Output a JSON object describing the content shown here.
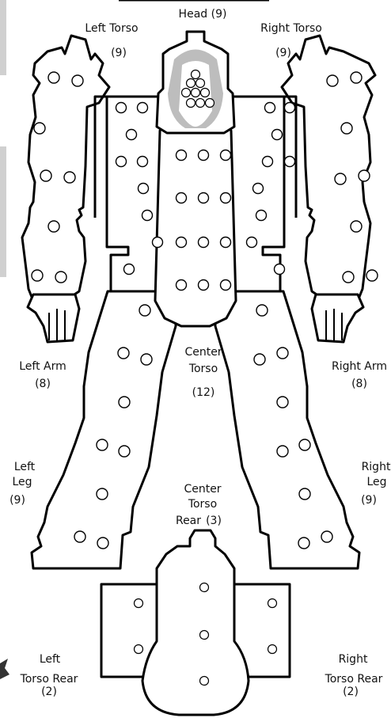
{
  "diagram": {
    "sections": [
      {
        "id": "head",
        "name": "Head",
        "armor": "(9)"
      },
      {
        "id": "left-torso",
        "name": "Left Torso",
        "armor": "(9)"
      },
      {
        "id": "right-torso",
        "name": "Right Torso",
        "armor": "(9)"
      },
      {
        "id": "left-arm",
        "name": "Left Arm",
        "armor": "(8)"
      },
      {
        "id": "right-arm",
        "name": "Right Arm",
        "armor": "(8)"
      },
      {
        "id": "center-torso",
        "name_line1": "Center",
        "name_line2": "Torso",
        "armor": "(12)"
      },
      {
        "id": "left-leg",
        "name_line1": "Left",
        "name_line2": "Leg",
        "armor": "(9)"
      },
      {
        "id": "right-leg",
        "name_line1": "Right",
        "name_line2": "Leg",
        "armor": "(9)"
      },
      {
        "id": "center-torso-rear",
        "name_line1": "Center",
        "name_line2": "Torso",
        "name_line3": "Rear",
        "armor": "(3)"
      },
      {
        "id": "left-torso-rear",
        "name_line1": "Left",
        "name_line2": "Torso Rear",
        "armor": "(2)"
      },
      {
        "id": "right-torso-rear",
        "name_line1": "Right",
        "name_line2": "Torso Rear",
        "armor": "(2)"
      }
    ]
  }
}
